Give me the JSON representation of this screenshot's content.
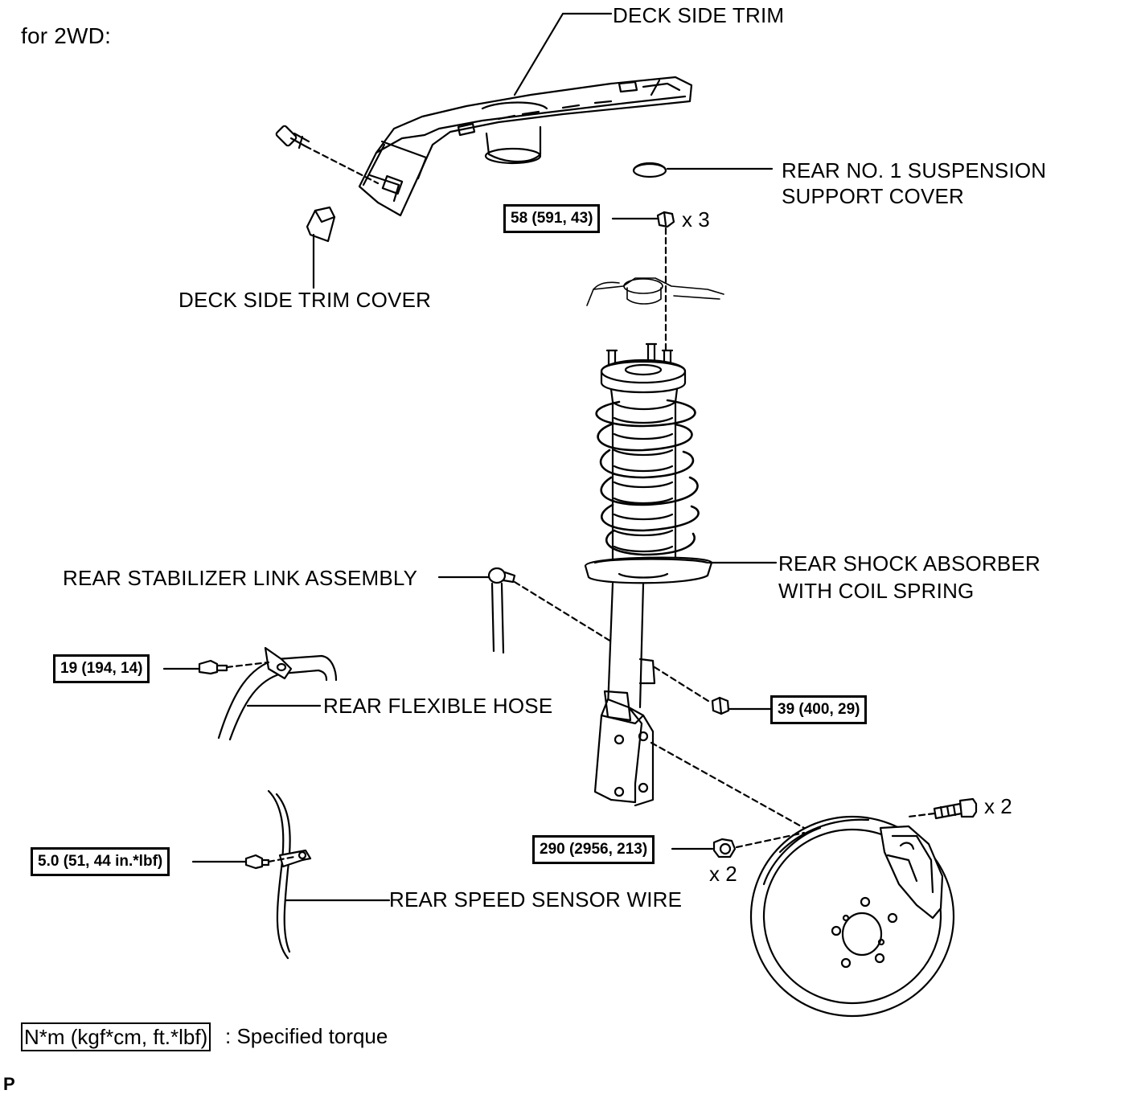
{
  "heading": "for 2WD:",
  "labels": {
    "deck_side_trim": "DECK SIDE TRIM",
    "support_cover_line1": "REAR NO. 1 SUSPENSION",
    "support_cover_line2": "SUPPORT COVER",
    "deck_side_trim_cover": "DECK SIDE TRIM COVER",
    "stabilizer_link": "REAR STABILIZER LINK ASSEMBLY",
    "shock_absorber_line1": "REAR SHOCK ABSORBER",
    "shock_absorber_line2": "WITH COIL SPRING",
    "flexible_hose": "REAR FLEXIBLE HOSE",
    "speed_sensor_wire": "REAR SPEED SENSOR WIRE"
  },
  "torques": {
    "support_nut": "58 (591, 43)",
    "hose_bolt": "19 (194, 14)",
    "stabilizer_nut": "39 (400, 29)",
    "knuckle_nut": "290 (2956, 213)",
    "sensor_bolt": "5.0 (51, 44 in.*lbf)"
  },
  "quantities": {
    "support_nut": "x 3",
    "knuckle_bolt": "x 2",
    "knuckle_nut": "x 2"
  },
  "legend": {
    "unit_box": "N*m (kgf*cm, ft.*lbf)",
    "description": ": Specified torque"
  },
  "corner_mark": "P"
}
